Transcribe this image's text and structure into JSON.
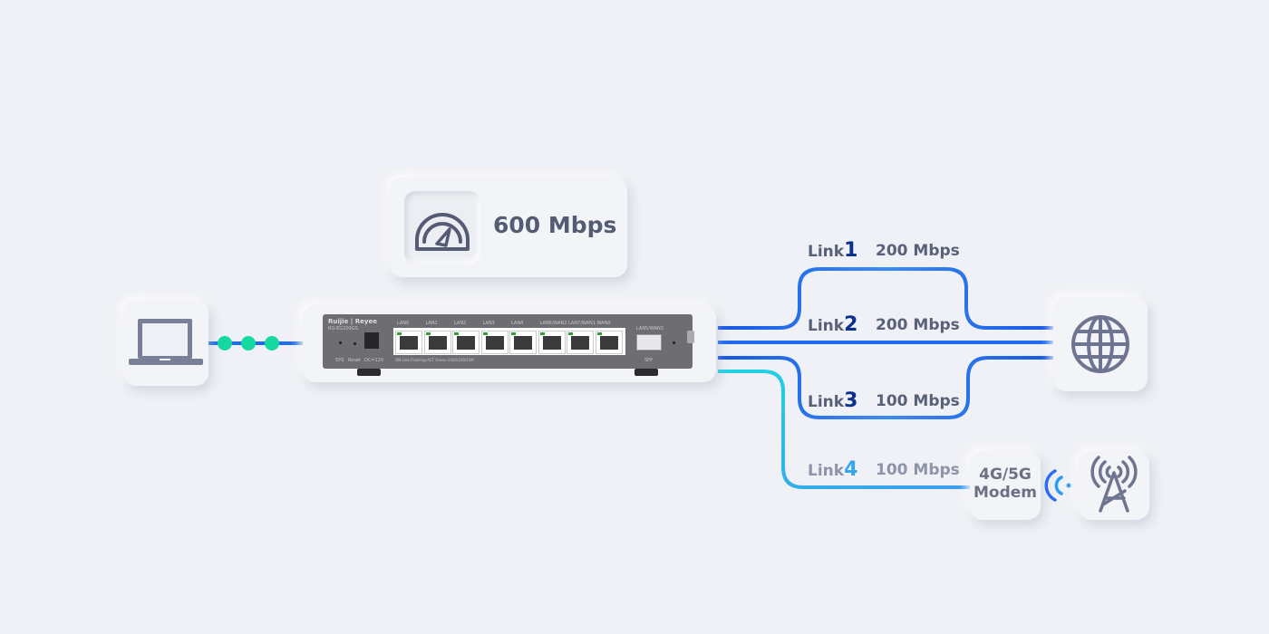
{
  "hub": {
    "speed_label": "600 Mbps",
    "icon": "speedometer-icon"
  },
  "device": {
    "brand": "Ruijie | Reyee",
    "model": "RG-EG209GS",
    "ports": [
      "LAN0",
      "LAN1",
      "LAN2",
      "LAN3",
      "LAN4",
      "LAN6/WAN2",
      "LAN7/WAN1",
      "WAN0"
    ],
    "sfp_label": "LAN5/WAN3",
    "sfp_bottom": "SFP",
    "left_labels": [
      "SYS",
      "Reset",
      "DC=12V"
    ],
    "status_text": "ON-Link Flashing-ACT Green-1000/100/10M"
  },
  "links": [
    {
      "name": "Link",
      "num": "1",
      "speed": "200 Mbps",
      "color": "#1a63e8"
    },
    {
      "name": "Link",
      "num": "2",
      "speed": "200 Mbps",
      "color": "#1a63e8"
    },
    {
      "name": "Link",
      "num": "3",
      "speed": "100 Mbps",
      "color": "#1a63e8"
    },
    {
      "name": "Link",
      "num": "4",
      "speed": "100 Mbps",
      "color": "#35c9e8"
    }
  ],
  "modem": {
    "line1": "4G/5G",
    "line2": "Modem"
  },
  "icons": {
    "laptop": "laptop-icon",
    "internet": "globe-icon",
    "tower": "cell-tower-icon",
    "signal": "wireless-signal-icon"
  },
  "colors": {
    "accent": "#1a63e8",
    "cyan": "#35c9e8",
    "dots": "#14d9a0",
    "text": "#5a6078"
  }
}
